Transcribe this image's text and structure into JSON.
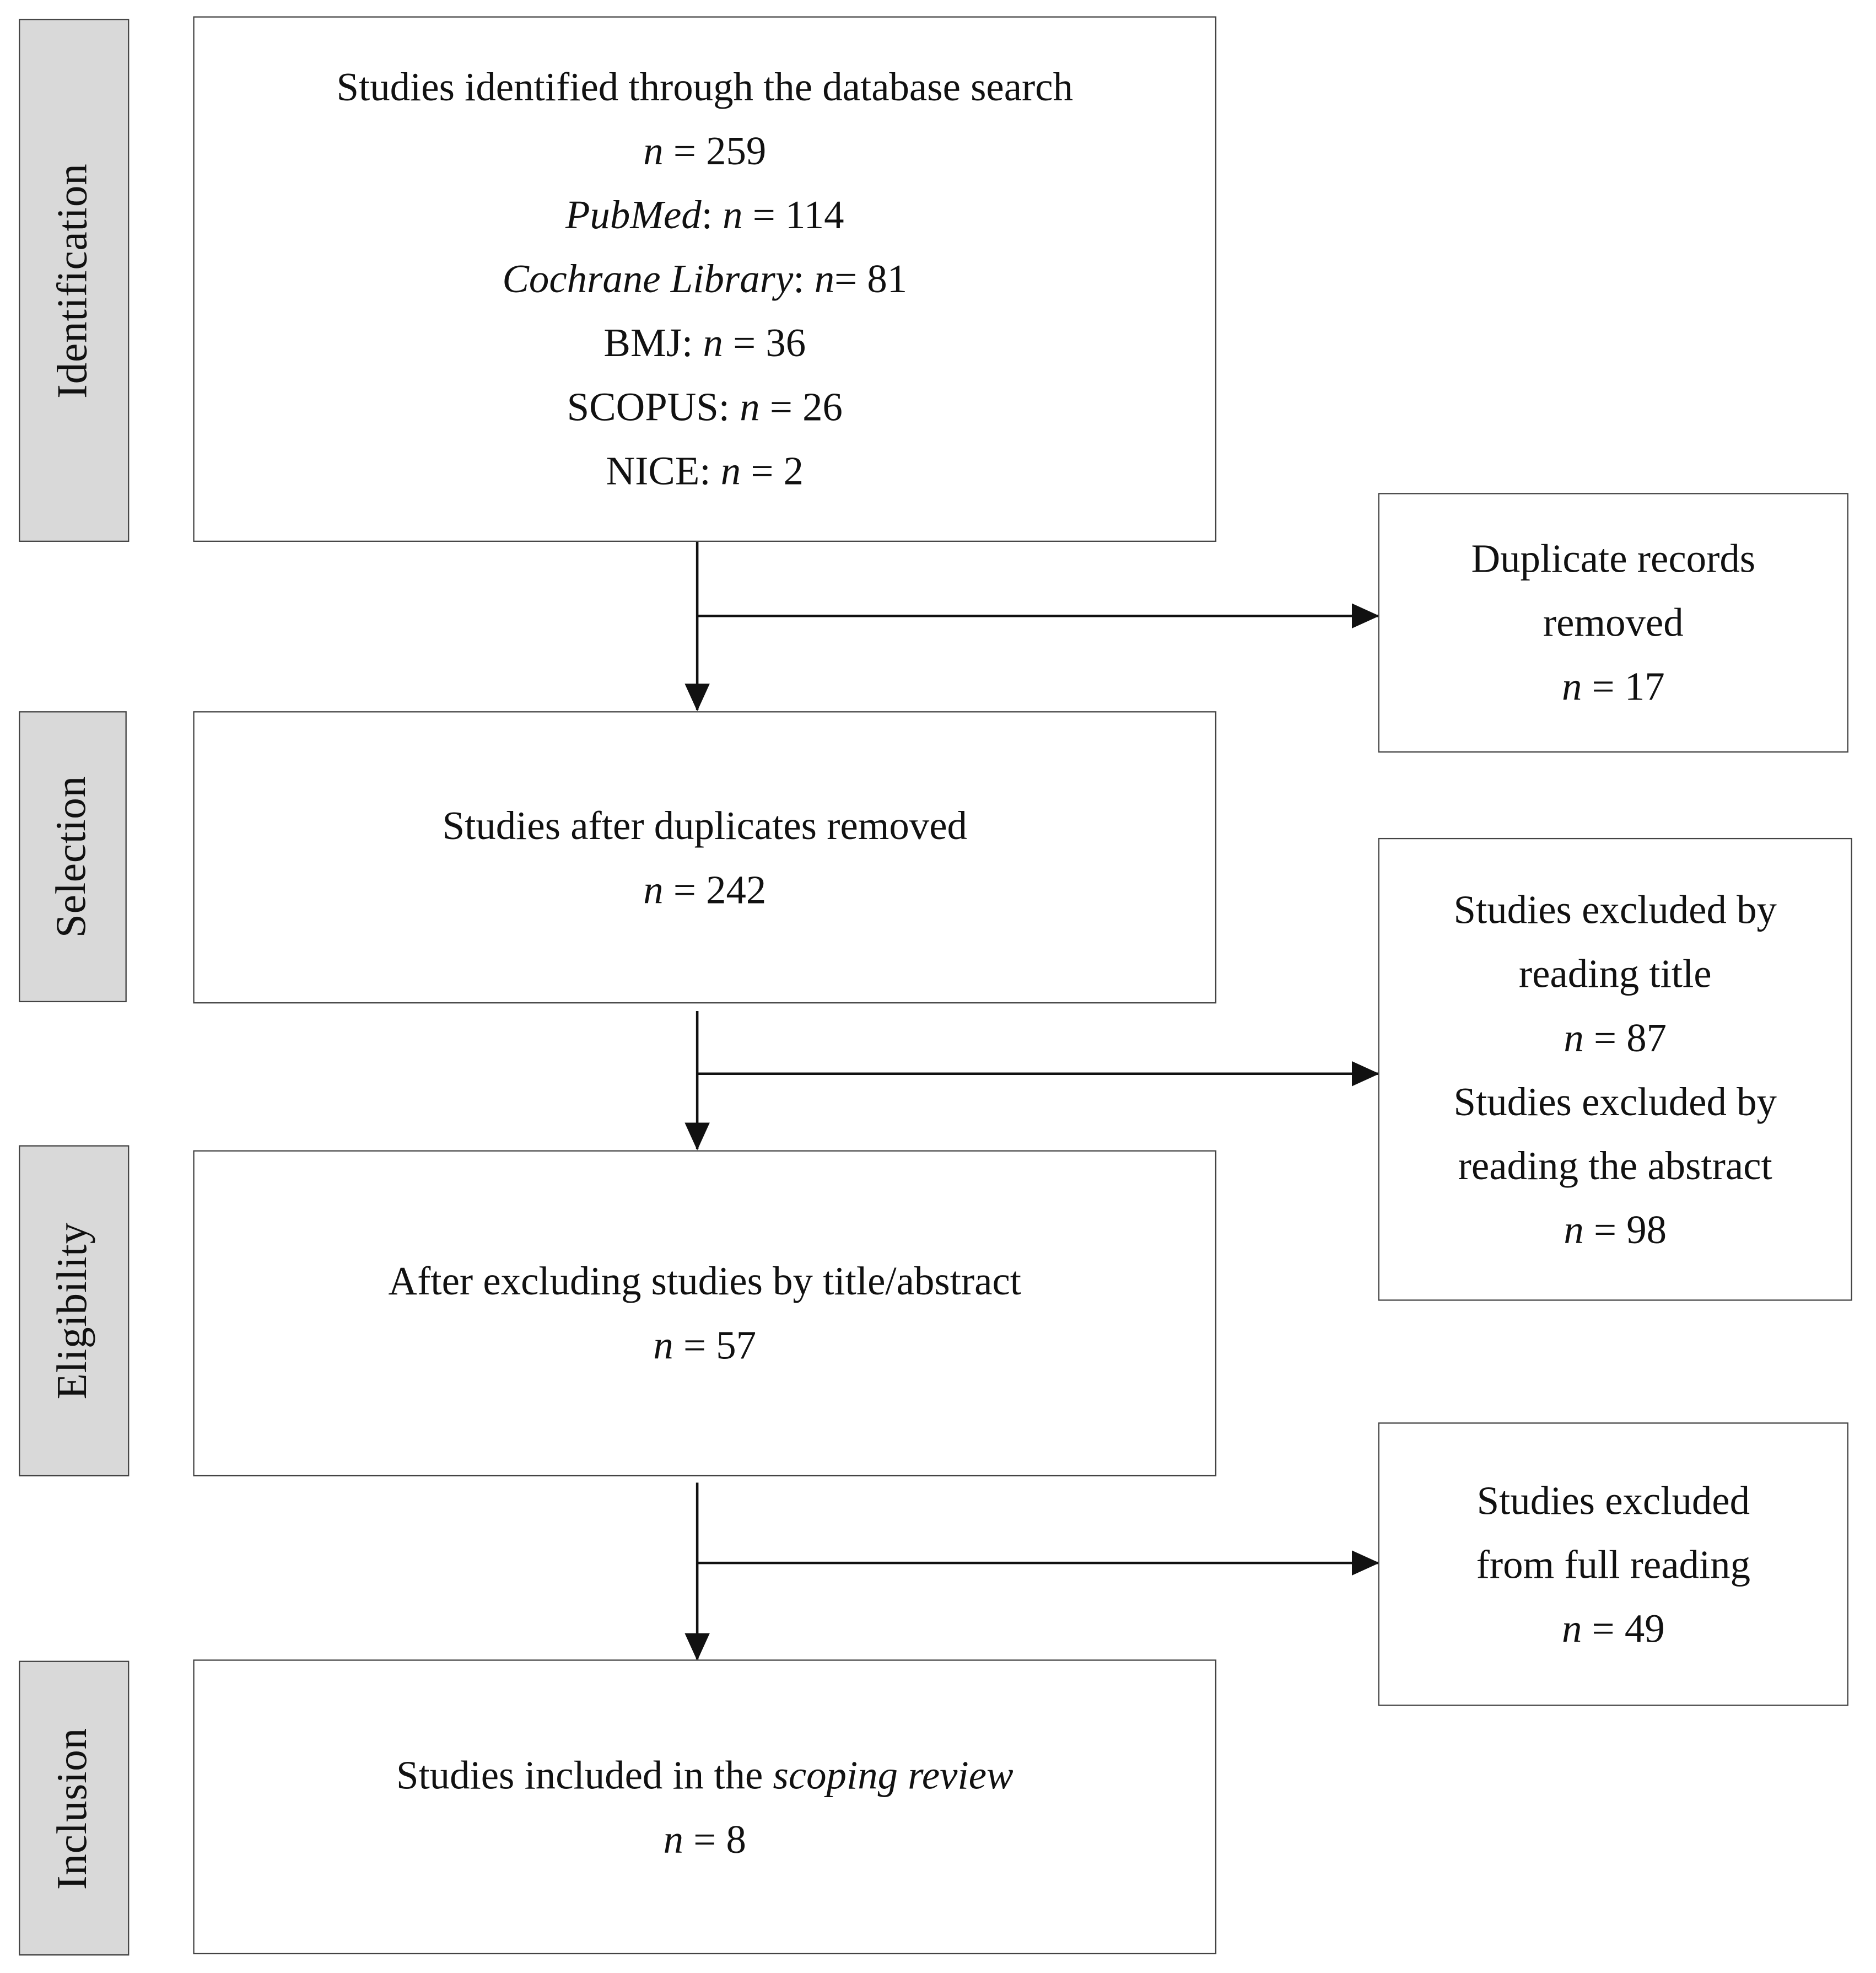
{
  "phases": {
    "identification": "Identification",
    "selection": "Selection",
    "eligibility": "Eligibility",
    "inclusion": "Inclusion"
  },
  "identified": {
    "heading": "Studies identified through the database search",
    "total_n": "n",
    "total_value": " = 259",
    "sources": [
      {
        "name": "PubMed",
        "sep": ": ",
        "n": "n",
        "value": " = 114"
      },
      {
        "name": "Cochrane Library",
        "sep": ": ",
        "n": "n",
        "value": "= 81"
      },
      {
        "name": "BMJ",
        "sep": ": ",
        "n": "n",
        "value": " = 36"
      },
      {
        "name": "SCOPUS",
        "sep": ": ",
        "n": "n",
        "value": " = 26"
      },
      {
        "name": "NICE",
        "sep": ": ",
        "n": "n",
        "value": " = 2"
      }
    ]
  },
  "duplicates": {
    "line1": "Duplicate records",
    "line2": "removed",
    "n": "n",
    "value": " = 17"
  },
  "after_duplicates": {
    "heading": "Studies after duplicates removed",
    "n": "n",
    "value": " = 242"
  },
  "excluded_title_abstract": {
    "line1": "Studies excluded by",
    "line2": "reading title",
    "n1": "n",
    "value1": " = 87",
    "line3": "Studies excluded by",
    "line4": "reading the abstract",
    "n2": "n",
    "value2": " = 98"
  },
  "after_title_abstract": {
    "heading": "After excluding studies by title/abstract",
    "n": "n",
    "value": " = 57"
  },
  "excluded_full": {
    "line1": "Studies excluded",
    "line2": "from full reading",
    "n": "n",
    "value": " = 49"
  },
  "included": {
    "heading_prefix": "Studies included in the ",
    "heading_italic": "scoping review",
    "n": "n",
    "value": " = 8"
  }
}
